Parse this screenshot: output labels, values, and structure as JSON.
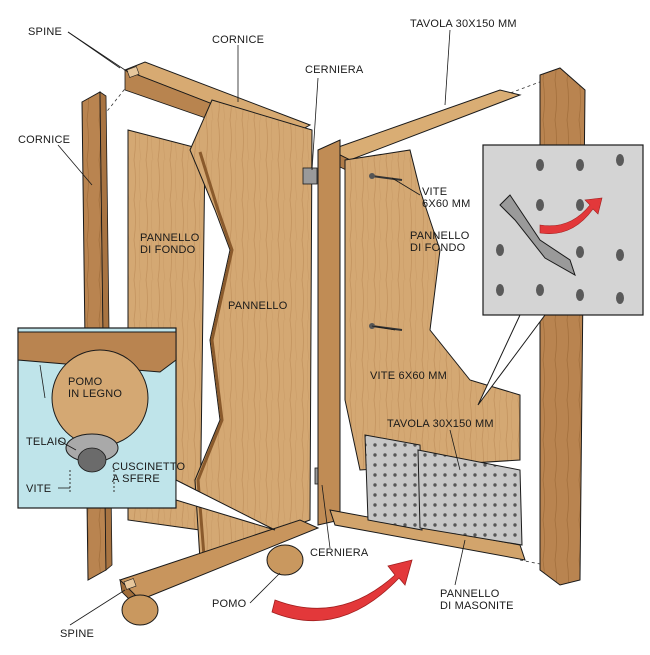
{
  "labels": {
    "spine_top": "SPINE",
    "cornice_top": "CORNICE",
    "cerniera_top": "CERNIERA",
    "tavola_top": "TAVOLA 30X150 MM",
    "cornice_left": "CORNICE",
    "vite_right_1": "VITE",
    "vite_right_2": "6X60 MM",
    "pannello_fondo_left_1": "PANNELLO",
    "pannello_fondo_left_2": "DI FONDO",
    "pannello_fondo_right_1": "PANNELLO",
    "pannello_fondo_right_2": "DI FONDO",
    "pannello": "PANNELLO",
    "vite_mid": "VITE 6X60 MM",
    "tavola_mid": "TAVOLA 30X150 MM",
    "pomo_legno_1": "POMO",
    "pomo_legno_2": "IN LEGNO",
    "telaio": "TELAIO",
    "cuscinetto_1": "CUSCINETTO",
    "cuscinetto_2": "A  SFERE",
    "vite_inset": "VITE",
    "cerniera_bottom": "CERNIERA",
    "pomo": "POMO",
    "spine_bottom": "SPINE",
    "masonite_1": "PANNELLO",
    "masonite_2": "DI MASONITE"
  },
  "colors": {
    "wood_light": "#d9b27c",
    "wood_mid": "#c49460",
    "wood_dark": "#9c6b3c",
    "arrow_red": "#e3383a",
    "inset_bg": "#bfe4ea",
    "metal": "#b8b8b8",
    "line": "#1a1a1a"
  }
}
